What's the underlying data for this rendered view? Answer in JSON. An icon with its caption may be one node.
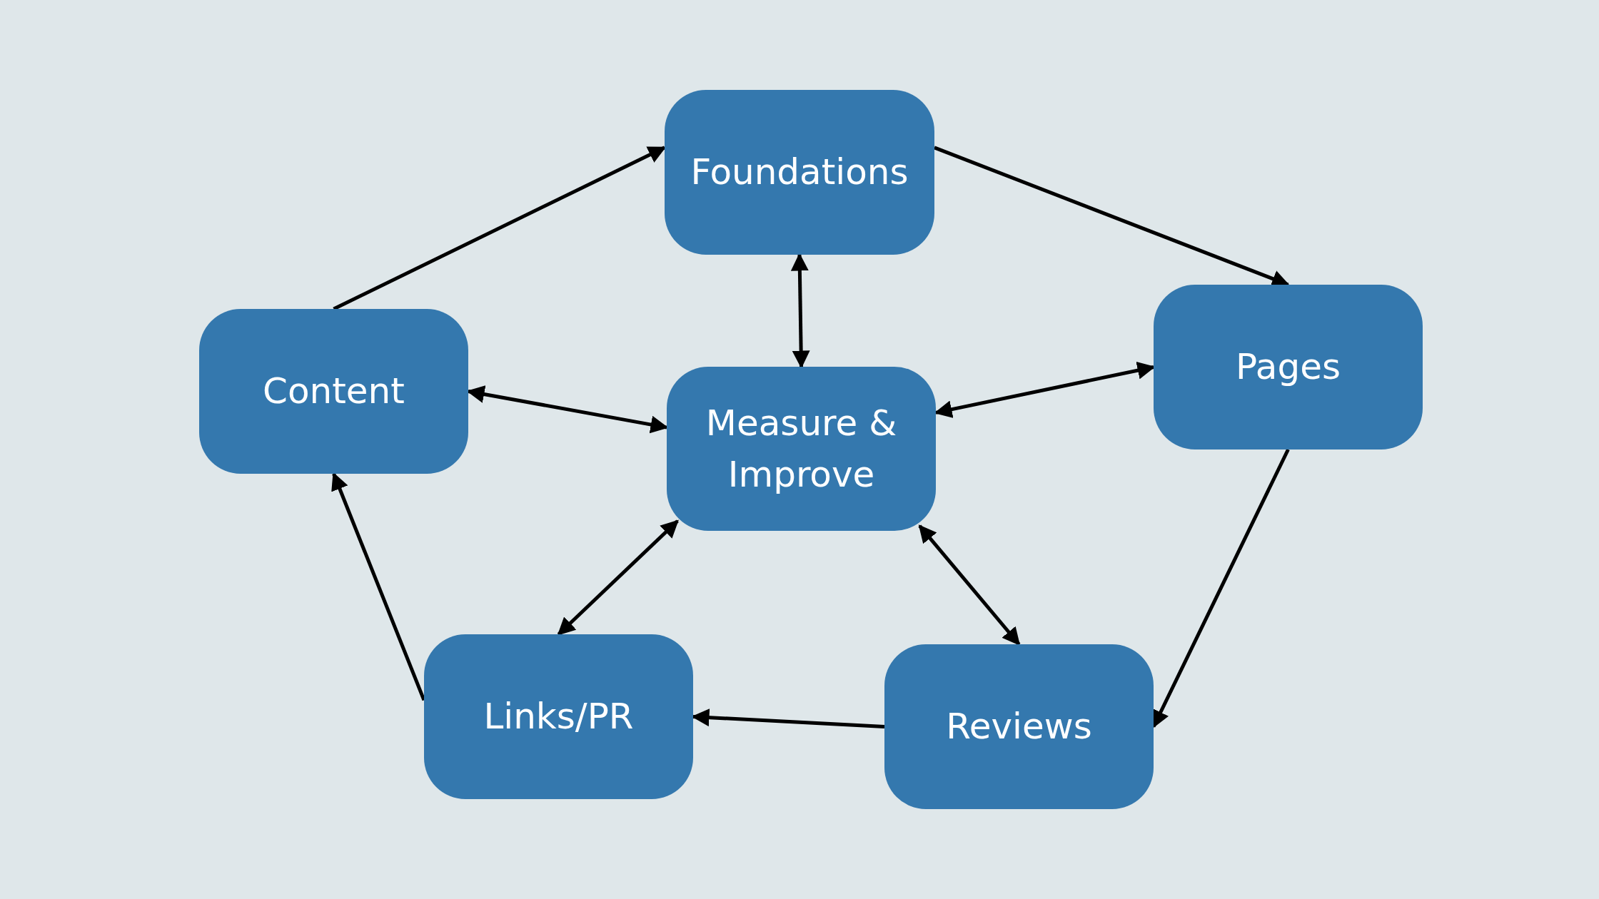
{
  "diagram": {
    "nodes": [
      {
        "text": [
          "Foundations"
        ]
      },
      {
        "text": [
          "Content"
        ]
      },
      {
        "text": [
          "Measure & Improve"
        ]
      },
      {
        "text": [
          "Pages"
        ]
      },
      {
        "text": [
          "Links/PR"
        ]
      },
      {
        "text": [
          "Reviews"
        ]
      }
    ],
    "edges": [
      {
        "from": 1,
        "to": 0,
        "arrow": "to"
      },
      {
        "from": 0,
        "to": 3,
        "arrow": "to"
      },
      {
        "from": 0,
        "to": 2,
        "arrow": "both"
      },
      {
        "from": 2,
        "to": 1,
        "arrow": "both"
      },
      {
        "from": 2,
        "to": 3,
        "arrow": "both"
      },
      {
        "from": 3,
        "to": 5,
        "arrow": "to"
      },
      {
        "from": 2,
        "to": 4,
        "arrow": "both"
      },
      {
        "from": 2,
        "to": 5,
        "arrow": "both"
      },
      {
        "from": 5,
        "to": 4,
        "arrow": "to"
      },
      {
        "from": 4,
        "to": 1,
        "arrow": "to"
      }
    ]
  }
}
